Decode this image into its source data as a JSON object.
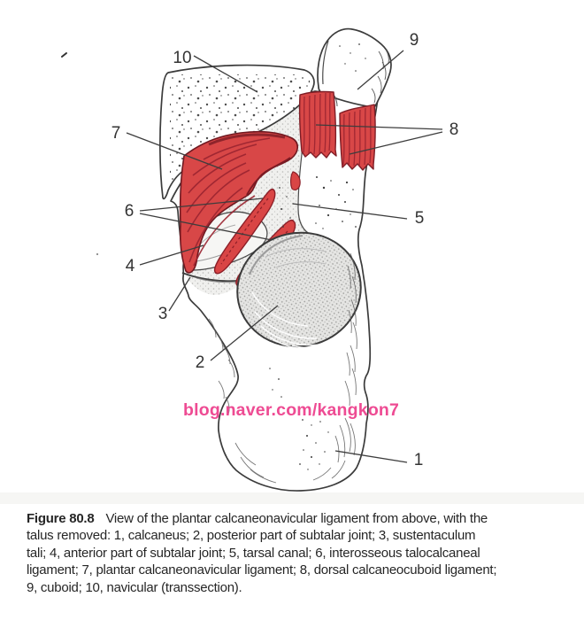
{
  "figure": {
    "watermark": "blog.naver.com/kangkon7",
    "labels": [
      {
        "text": "1"
      },
      {
        "text": "2"
      },
      {
        "text": "3"
      },
      {
        "text": "4"
      },
      {
        "text": "5"
      },
      {
        "text": "6"
      },
      {
        "text": "7"
      },
      {
        "text": "8"
      },
      {
        "text": "9"
      },
      {
        "text": "10"
      }
    ],
    "colors": {
      "ligament_red": "#d84747",
      "ligament_fiber_dark": "#9b2430",
      "ligament_outline": "#6f1820",
      "bone_outline": "#3b3b3b",
      "facet_gray": "#e5e5e3",
      "watermark_pink": "#ee4b93",
      "label_text": "#333333"
    }
  },
  "caption": {
    "figure_label": "Figure 80.8",
    "lines": [
      "View of the plantar calcaneonavicular ligament from above, with the",
      "talus removed: 1, calcaneus; 2, posterior part of subtalar joint; 3, sustentaculum",
      "tali; 4, anterior part of subtalar joint; 5, tarsal canal; 6, interosseous talocalcaneal",
      "ligament; 7, plantar calcaneonavicular ligament; 8, dorsal calcaneocuboid ligament;",
      "9, cuboid; 10, navicular (transsection)."
    ]
  }
}
